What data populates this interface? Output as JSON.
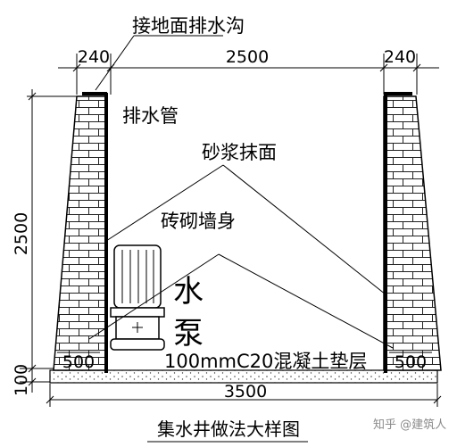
{
  "title": "集水井做法大样图",
  "watermark": "知乎 @建筑人",
  "labels": {
    "drain_ditch": "接地面排水沟",
    "drain_pipe": "排水管",
    "mortar_plaster": "砂浆抹面",
    "brick_wall": "砖砌墙身",
    "pump_line1": "水",
    "pump_line2": "泵",
    "concrete_cushion": "100mmC20混凝土垫层"
  },
  "dimensions": {
    "top_left_wall": "240",
    "top_inner_width": "2500",
    "top_right_wall": "240",
    "height": "2500",
    "base_thickness": "100",
    "left_footing": "500",
    "right_footing": "500",
    "total_width": "3500"
  },
  "colors": {
    "line": "#000000",
    "watermark": "#8a8a8a"
  }
}
